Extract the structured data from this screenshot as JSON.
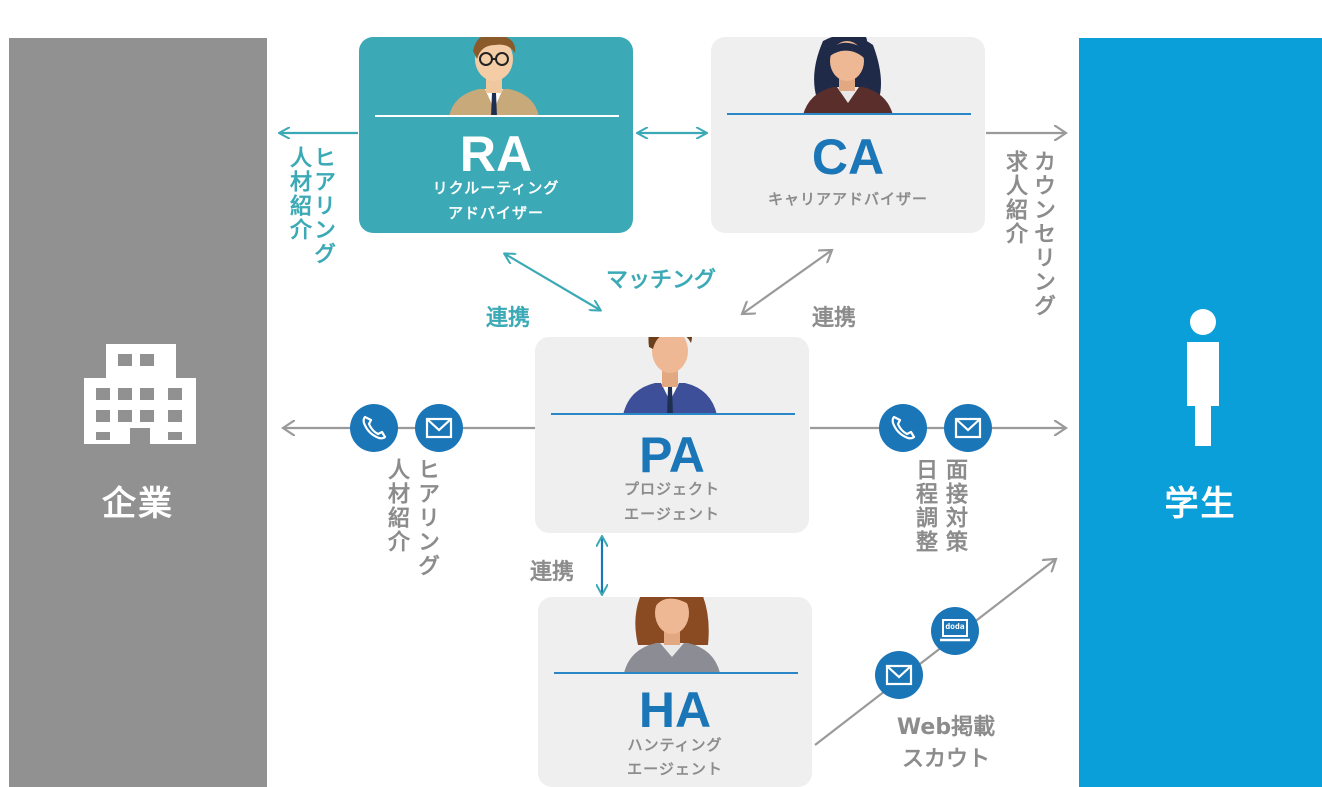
{
  "company": {
    "label": "企業",
    "icon": "building-icon"
  },
  "student": {
    "label": "学生",
    "icon": "person-icon"
  },
  "ra": {
    "abbr": "RA",
    "sub1": "リクルーティング",
    "sub2": "アドバイザー"
  },
  "ca": {
    "abbr": "CA",
    "sub1": "キャリアアドバイザー"
  },
  "pa": {
    "abbr": "PA",
    "sub1": "プロジェクト",
    "sub2": "エージェント"
  },
  "ha": {
    "abbr": "HA",
    "sub1": "ハンティング",
    "sub2": "エージェント"
  },
  "labels": {
    "ra_company_col1": "ヒアリング",
    "ra_company_col2": "人材紹介",
    "ca_student_col1": "カウンセリング",
    "ca_student_col2": "求人紹介",
    "matching": "マッチング",
    "link_ra_pa": "連携",
    "link_ca_pa": "連携",
    "link_pa_ha": "連携",
    "pa_company_col1": "ヒアリング",
    "pa_company_col2": "人材紹介",
    "pa_student_col1": "面接対策",
    "pa_student_col2": "日程調整",
    "web_line1": "Web掲載",
    "web_line2": "スカウト",
    "doda": "doda"
  },
  "colors": {
    "teal": "#3caab6",
    "blue": "#1b76b8",
    "student_panel": "#0a9fd8",
    "company_panel": "#919191",
    "gray_text": "#8c8c8c"
  }
}
